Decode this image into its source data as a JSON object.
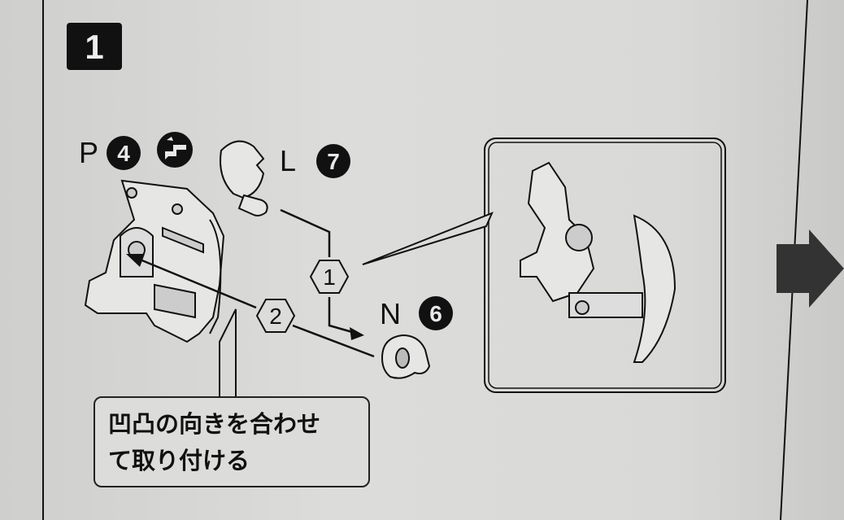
{
  "step": {
    "number": "1"
  },
  "parts": [
    {
      "letter": "P",
      "number": "4",
      "icon": "trim-nub-icon"
    },
    {
      "letter": "L",
      "number": "7"
    },
    {
      "letter": "N",
      "number": "6"
    }
  ],
  "substeps": [
    "1",
    "2"
  ],
  "callout": {
    "line1": "凹凸の向きを合わせ",
    "line2": "て取り付ける"
  },
  "colors": {
    "background": "#d8d8d6",
    "ink": "#111111"
  }
}
